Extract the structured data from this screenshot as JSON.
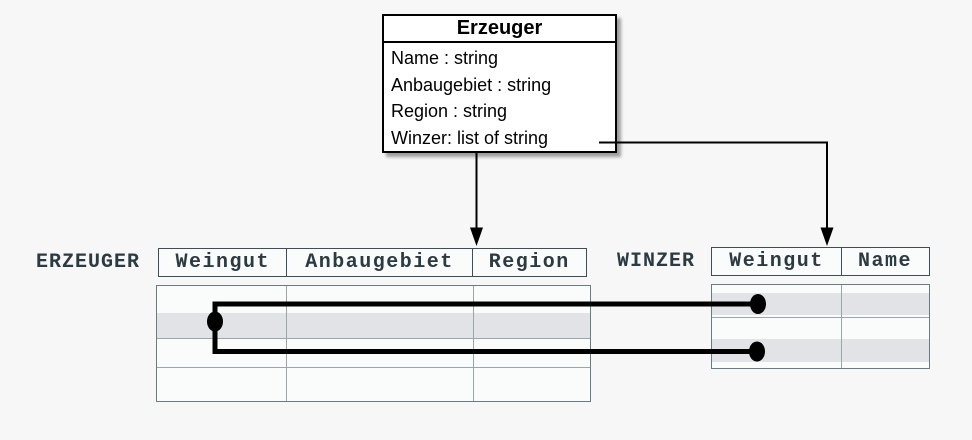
{
  "class_box": {
    "title": "Erzeuger",
    "attributes": [
      "Name : string",
      "Anbaugebiet : string",
      "Region : string",
      "Winzer: list of string"
    ]
  },
  "tables": {
    "erzeuger": {
      "label": "ERZEUGER",
      "columns": [
        "Weingut",
        "Anbaugebiet",
        "Region"
      ],
      "body_rows": 4,
      "highlighted_row_index": 2
    },
    "winzer": {
      "label": "WINZER",
      "columns": [
        "Weingut",
        "Name"
      ],
      "body_rows": 4,
      "highlighted_row_indices": [
        2,
        4
      ]
    }
  },
  "connectors": {
    "class_to_erzeuger": "down-arrow from class box bottom to ERZEUGER header",
    "winzer_attribute_to_winzer": "elbow down-arrow from 'Winzer: list of string' to WINZER header",
    "row_links": "ERZEUGER highlighted row linked to WINZER rows 2 and 4 with dot endpoints"
  },
  "colors": {
    "background": "#f7f7f8",
    "class_box_border": "#000000",
    "class_box_fill": "#ffffff",
    "table_text": "#2c3b42",
    "header_border": "#3e4e54",
    "body_border": "#6b7c80",
    "grid_line": "#9aa6a9",
    "row_highlight": "#e2e3e6",
    "connector": "#000000"
  }
}
